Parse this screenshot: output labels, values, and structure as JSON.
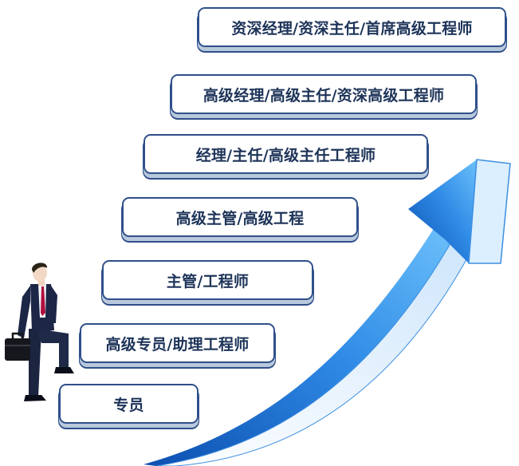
{
  "colors": {
    "step_border": "#2f4f8a",
    "step_text": "#1d3358",
    "arrow_dark": "#1c6fd0",
    "arrow_light": "#6bb6f5",
    "arrow_face": "#d7ecfb"
  },
  "icons": {
    "person": "businessman-with-briefcase-icon",
    "arrow": "growth-arrow-icon"
  },
  "steps": [
    {
      "label": "专员"
    },
    {
      "label": "高级专员/助理工程师"
    },
    {
      "label": "主管/工程师"
    },
    {
      "label": "高级主管/高级工程"
    },
    {
      "label": "经理/主任/高级主任工程师"
    },
    {
      "label": "高级经理/高级主任/资深高级工程师"
    },
    {
      "label": "资深经理/资深主任/首席高级工程师"
    }
  ]
}
